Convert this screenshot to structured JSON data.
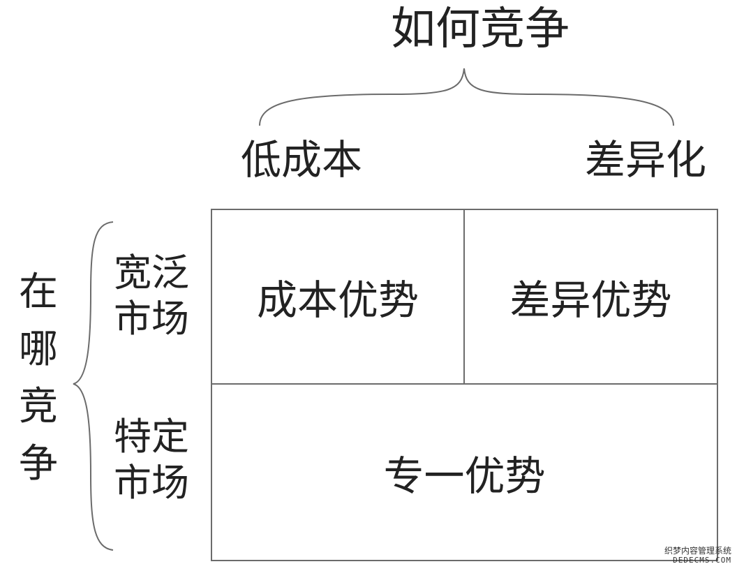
{
  "top_axis": {
    "title": "如何竞争",
    "columns": [
      "低成本",
      "差异化"
    ]
  },
  "side_axis": {
    "title": "在哪竞争",
    "rows": [
      "宽泛市场",
      "特定市场"
    ]
  },
  "cells": {
    "cost_advantage": "成本优势",
    "differentiation_advantage": "差异优势",
    "focus_advantage": "专一优势"
  },
  "watermark": {
    "line1": "织梦内容管理系统",
    "line2": "DEDECMS.COM"
  },
  "colors": {
    "text": "#222222",
    "lines": "#6b6b6b",
    "background": "#ffffff"
  }
}
